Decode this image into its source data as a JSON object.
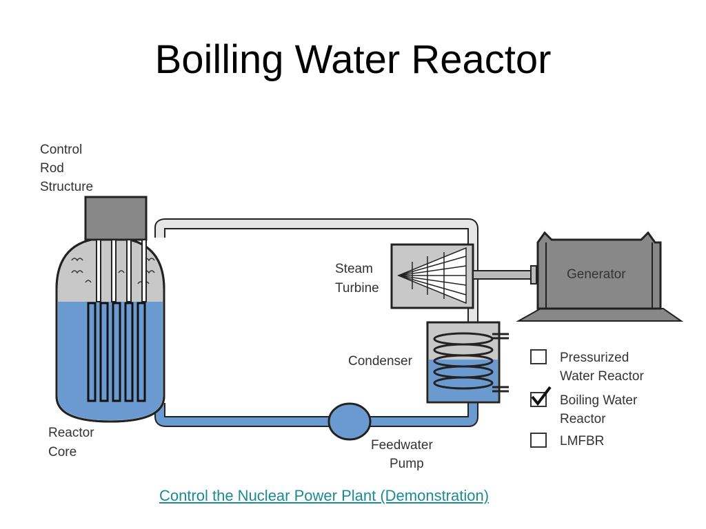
{
  "title": "Boilling Water Reactor",
  "labels": {
    "control_rod": [
      "Control",
      "Rod",
      "Structure"
    ],
    "reactor_core": [
      "Reactor",
      "Core"
    ],
    "steam_turbine": [
      "Steam",
      "Turbine"
    ],
    "condenser": "Condenser",
    "feedwater_pump": [
      "Feedwater",
      "Pump"
    ],
    "generator": "Generator"
  },
  "options": [
    {
      "label": [
        "Pressurized",
        "Water Reactor"
      ],
      "checked": false
    },
    {
      "label": [
        "Boiling Water",
        "Reactor"
      ],
      "checked": true
    },
    {
      "label": [
        "LMFBR"
      ],
      "checked": false
    }
  ],
  "link": "Control the Nuclear Power Plant  (Demonstration)",
  "colors": {
    "water": "#6a9ad0",
    "steam": "#c8c8c8",
    "structure": "#888888",
    "pipe_outline": "#222222",
    "link": "#1a8a94"
  }
}
